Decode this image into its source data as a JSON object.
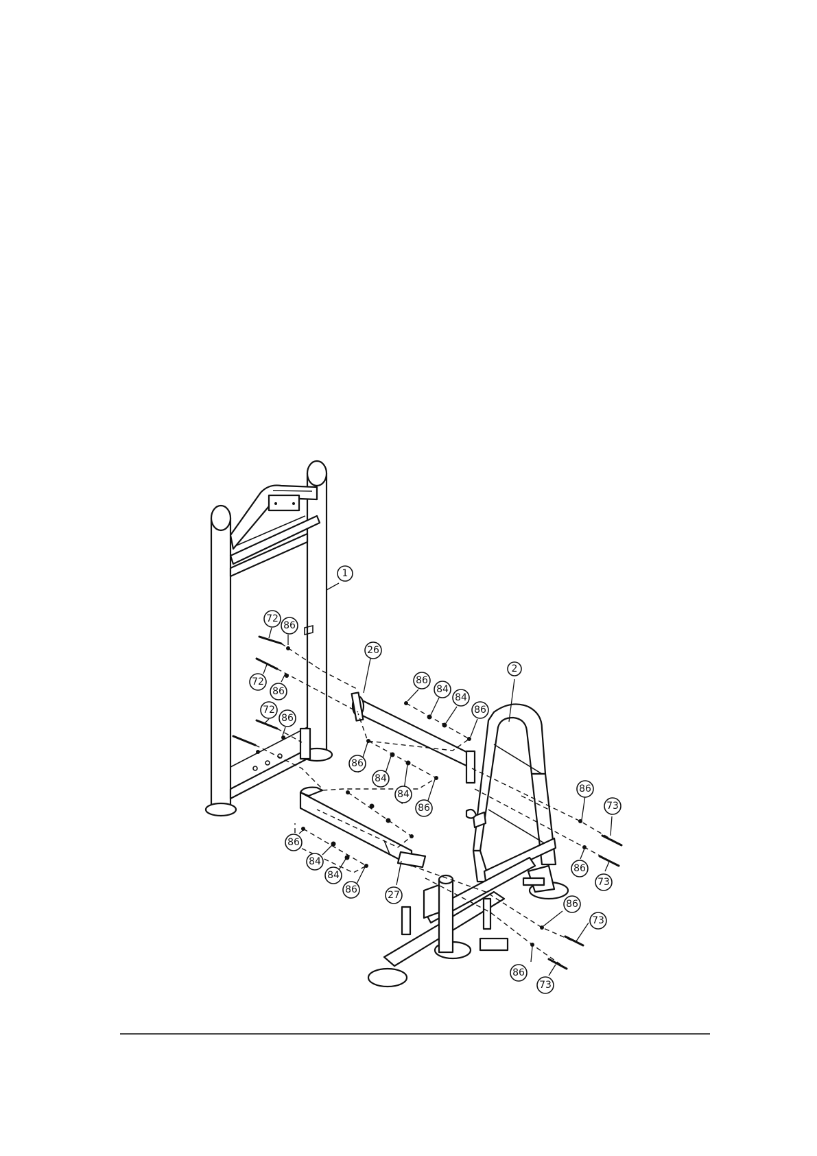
{
  "callouts": [
    {
      "id": "c1",
      "label": "1"
    },
    {
      "id": "c2",
      "label": "2"
    },
    {
      "id": "c26",
      "label": "26"
    },
    {
      "id": "c27",
      "label": "27"
    },
    {
      "id": "c72a",
      "label": "72"
    },
    {
      "id": "c72b",
      "label": "72"
    },
    {
      "id": "c72c",
      "label": "72"
    },
    {
      "id": "c86a",
      "label": "86"
    },
    {
      "id": "c86b",
      "label": "86"
    },
    {
      "id": "c86c",
      "label": "86"
    },
    {
      "id": "c86d",
      "label": "86"
    },
    {
      "id": "c84a",
      "label": "84"
    },
    {
      "id": "c84b",
      "label": "84"
    },
    {
      "id": "c86e",
      "label": "86"
    },
    {
      "id": "c86f",
      "label": "86"
    },
    {
      "id": "c84c",
      "label": "84"
    },
    {
      "id": "c84d",
      "label": "84"
    },
    {
      "id": "c86g",
      "label": "86"
    },
    {
      "id": "c86h",
      "label": "86"
    },
    {
      "id": "c84e",
      "label": "84"
    },
    {
      "id": "c84f",
      "label": "84"
    },
    {
      "id": "c86i",
      "label": "86"
    },
    {
      "id": "c86j",
      "label": "86"
    },
    {
      "id": "c73a",
      "label": "73"
    },
    {
      "id": "c86k",
      "label": "86"
    },
    {
      "id": "c73b",
      "label": "73"
    },
    {
      "id": "c86l",
      "label": "86"
    },
    {
      "id": "c73c",
      "label": "73"
    },
    {
      "id": "c86m",
      "label": "86"
    },
    {
      "id": "c73d",
      "label": "73"
    }
  ]
}
